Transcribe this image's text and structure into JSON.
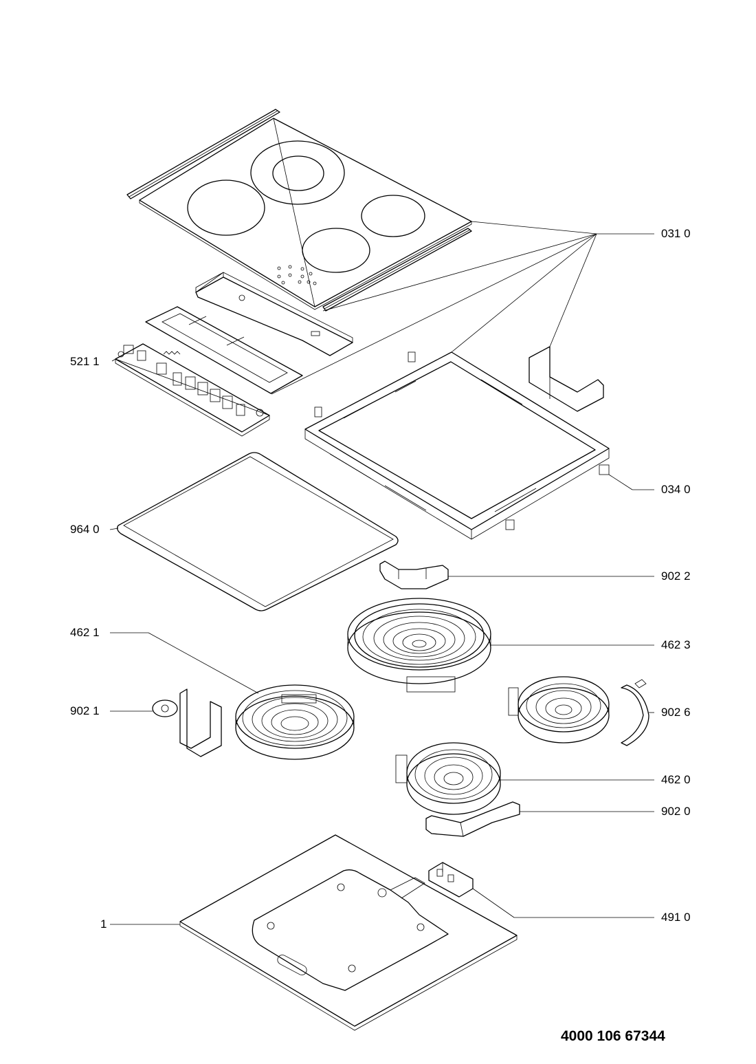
{
  "callouts": {
    "p0310": "031 0",
    "p5211": "521 1",
    "p0340": "034 0",
    "p9640": "964 0",
    "p9022": "902 2",
    "p4621": "462 1",
    "p4623": "462 3",
    "p9021": "902 1",
    "p9026": "902 6",
    "p4620": "462 0",
    "p9020": "902 0",
    "p1": "1",
    "p4910": "491 0"
  },
  "document_number": "4000 106 67344"
}
